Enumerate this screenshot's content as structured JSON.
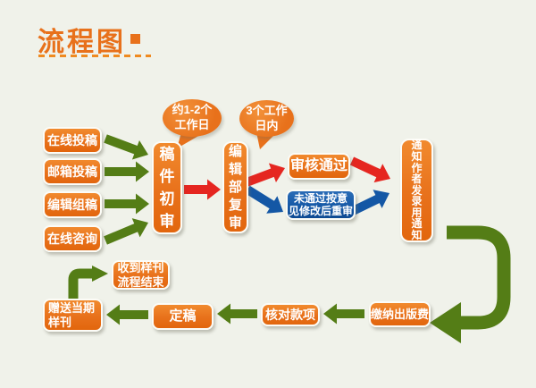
{
  "title": {
    "text": "流程图"
  },
  "colors": {
    "orange": "#e8711b",
    "green": "#547d16",
    "red": "#e52620",
    "blue": "#1457a5",
    "background": "#f0f2ea",
    "dash": "#ef8a20"
  },
  "nodes": {
    "sources": [
      {
        "label": "在线投稿"
      },
      {
        "label": "邮箱投稿"
      },
      {
        "label": "编辑组稿"
      },
      {
        "label": "在线咨询"
      }
    ],
    "initial_review": "稿件初审",
    "editorial_review": "编辑部复审",
    "review_passed": "审核通过",
    "review_failed": {
      "line1": "未通过按意",
      "line2": "见修改后重审"
    },
    "notify_author": "通知作者发录用通知",
    "pay_fee": "缴纳出版费",
    "verify_payment": "核对款项",
    "finalize": "定稿",
    "gift_sample": {
      "line1": "赠送当期",
      "line2": "样刊"
    },
    "process_end": {
      "line1": "收到样刊",
      "line2": "流程结束"
    }
  },
  "callouts": {
    "initial_review_time": {
      "line1": "约1-2个",
      "line2": "工作日"
    },
    "editorial_review_time": {
      "line1": "3个工作",
      "line2": "日内"
    }
  }
}
